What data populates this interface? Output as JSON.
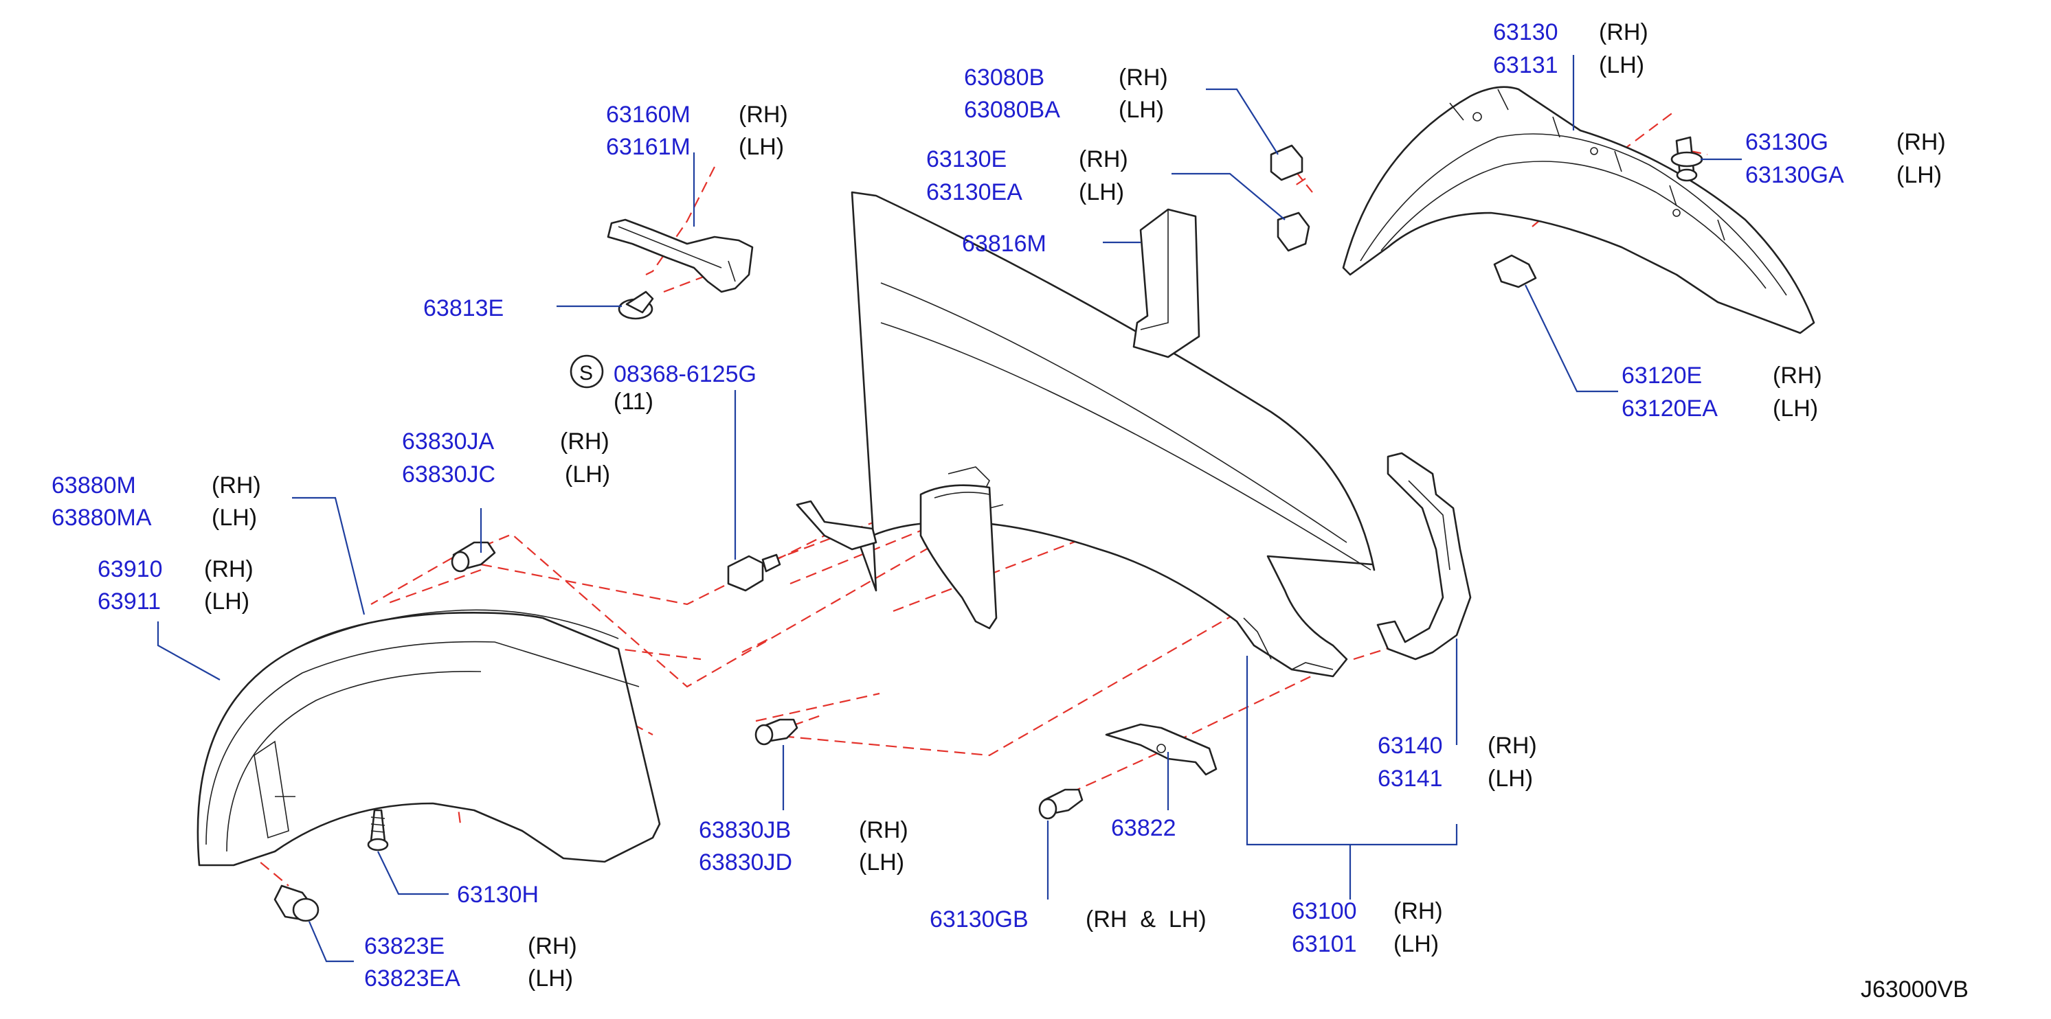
{
  "diagram_code": "J63000VB",
  "side_labels": {
    "rh": "(RH)",
    "lh": "(LH)",
    "both": "(RH  &  LH)"
  },
  "parts": {
    "p63160M": "63160M",
    "p63161M": "63161M",
    "p63813E": "63813E",
    "screw_symbol": "S",
    "screw_part": "08368-6125G",
    "screw_qty": "(11)",
    "p63830JA": "63830JA",
    "p63830JC": "63830JC",
    "p63880M": "63880M",
    "p63880MA": "63880MA",
    "p63910": "63910",
    "p63911": "63911",
    "p63130H": "63130H",
    "p63823E": "63823E",
    "p63823EA": "63823EA",
    "p63830JB": "63830JB",
    "p63830JD": "63830JD",
    "p63080B": "63080B",
    "p63080BA": "63080BA",
    "p63130E": "63130E",
    "p63130EA": "63130EA",
    "p63816M": "63816M",
    "p63130": "63130",
    "p63131": "63131",
    "p63130G": "63130G",
    "p63130GA": "63130GA",
    "p63120E": "63120E",
    "p63120EA": "63120EA",
    "p63140": "63140",
    "p63141": "63141",
    "p63822": "63822",
    "p63130GB": "63130GB",
    "p63100": "63100",
    "p63101": "63101"
  },
  "colors": {
    "part_number": "#1f1fcf",
    "leader": "#1f3f9f",
    "dashed_guide": "#e4322b",
    "outline": "#222222"
  }
}
